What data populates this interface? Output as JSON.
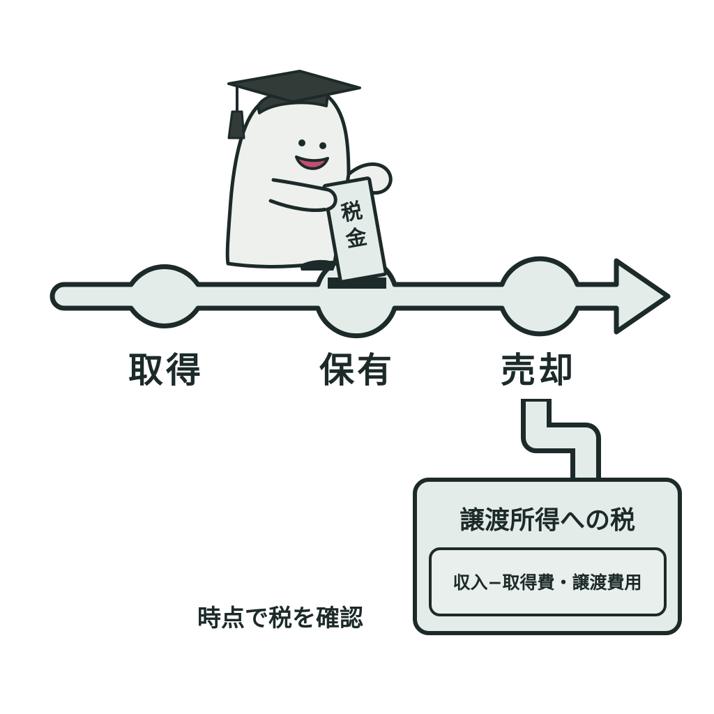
{
  "colors": {
    "outline": "#1c2a29",
    "fill": "#e4ece9",
    "ghost": "#eef0ee",
    "cap": "#333b39",
    "mouth": "#c14f72"
  },
  "timeline": {
    "stages": [
      {
        "label": "取得"
      },
      {
        "label": "保有"
      },
      {
        "label": "売却"
      }
    ]
  },
  "mascot": {
    "icon": "ghost-graduate",
    "ticket": {
      "line1": "税",
      "line2": "金"
    }
  },
  "tax_box": {
    "title": "譲渡所得への税",
    "formula": "収入−取得費・譲渡費用"
  },
  "caption": "時点で税を確認"
}
